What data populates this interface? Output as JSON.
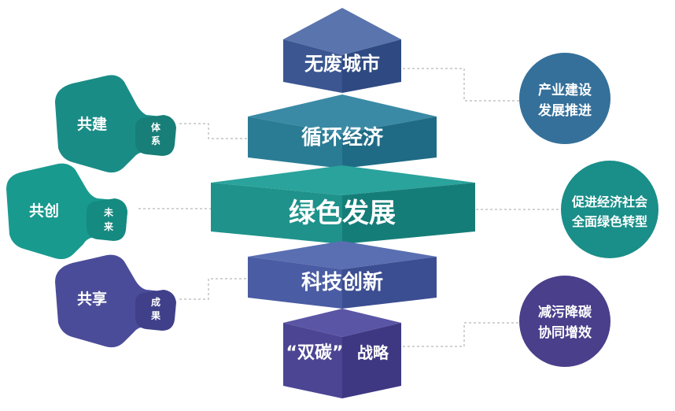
{
  "colors": {
    "navy": "#3a4f8a",
    "blue": "#3f64a0",
    "teal": "#1c8d8a",
    "tealDark": "#14726f",
    "steel": "#35709b",
    "indigo": "#4b4f93",
    "purple": "#4a3f8b",
    "connector": "#9a9a9a"
  },
  "tower": {
    "level1": "无废城市",
    "level2": "循环经济",
    "level3": "绿色发展",
    "level4": "科技创新",
    "level5_quoted": "“双碳”",
    "level5_suffix": "战略"
  },
  "left_badges": [
    {
      "main": "共建",
      "sub1": "体",
      "sub2": "系"
    },
    {
      "main": "共创",
      "sub1": "未",
      "sub2": "来"
    },
    {
      "main": "共享",
      "sub1": "成",
      "sub2": "果"
    }
  ],
  "right_circles": [
    {
      "line1": "产业建设",
      "line2": "发展推进"
    },
    {
      "line1": "促进经济社会",
      "line2": "全面绿色转型"
    },
    {
      "line1": "减污降碳",
      "line2": "协同增效"
    }
  ]
}
